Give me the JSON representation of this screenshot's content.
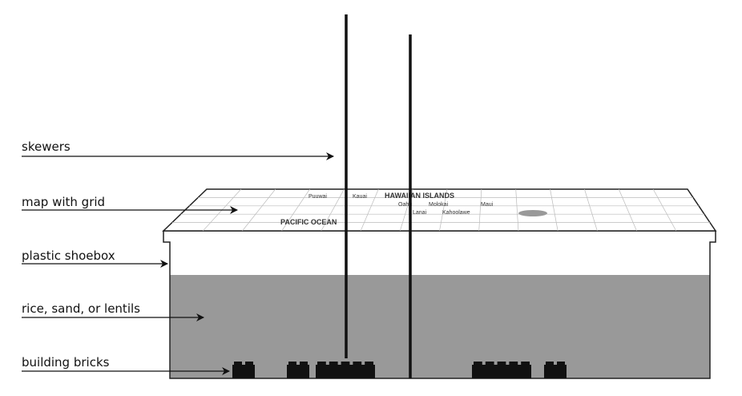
{
  "labels": {
    "skewers": "skewers",
    "map": "map with grid",
    "shoebox": "plastic shoebox",
    "fill": "rice, sand, or lentils",
    "bricks": "building bricks"
  },
  "map_text": {
    "title": "HAWAIIAN ISLANDS",
    "ocean": "PACIFIC OCEAN",
    "islands": [
      "Puuwai",
      "Kauai",
      "Oahu",
      "Molokai",
      "Lanai",
      "Maui",
      "Kahoolawe"
    ]
  },
  "colors": {
    "fill": "#999999",
    "ink": "#111111"
  }
}
